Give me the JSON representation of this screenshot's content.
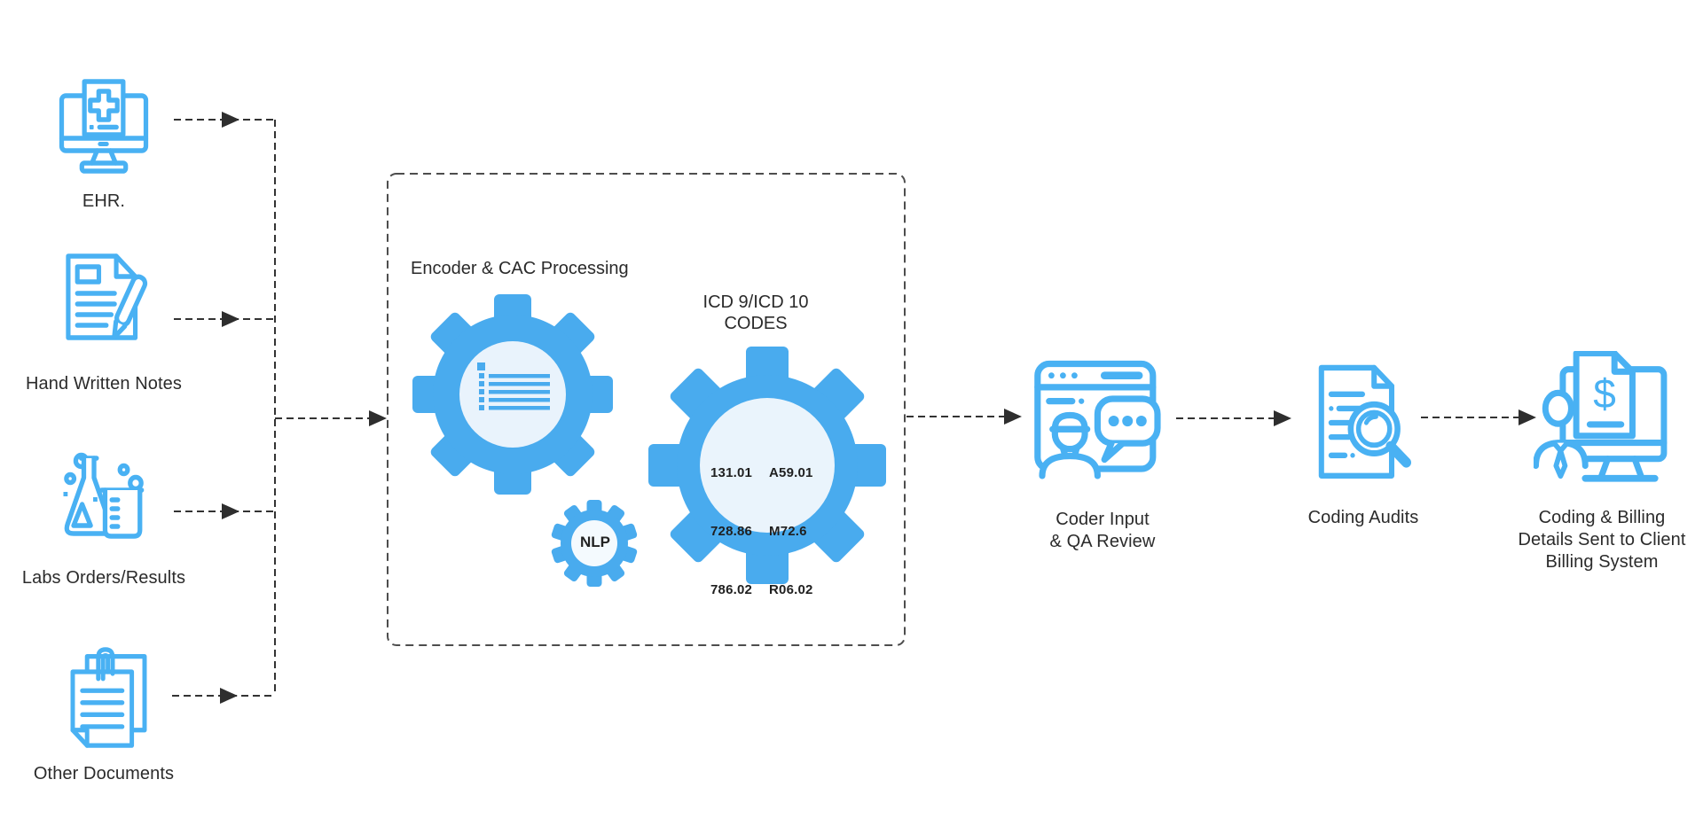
{
  "diagram": {
    "background": "#ffffff",
    "accent_blue": "#49b1f3",
    "gear_blue": "#49abee",
    "gear_center_fill": "#e9f3fc",
    "connector_color": "#333333",
    "box_border_color": "#4d4d4d",
    "label_color": "#2b2b2b"
  },
  "sources": [
    {
      "label": "EHR.",
      "icon": "ehr-monitor-medical-cross-icon"
    },
    {
      "label": "Hand Written Notes",
      "icon": "handwritten-note-pen-icon"
    },
    {
      "label": "Labs Orders/Results",
      "icon": "lab-flask-beaker-icon"
    },
    {
      "label": "Other Documents",
      "icon": "paperclip-documents-icon"
    }
  ],
  "processing_box": {
    "title": "Encoder & CAC Processing",
    "icd_heading_line1": "ICD 9/ICD 10",
    "icd_heading_line2": "CODES",
    "icd9_codes": [
      "131.01",
      "728.86",
      "786.02"
    ],
    "icd10_codes": [
      "A59.01",
      "M72.6",
      "R06.02"
    ],
    "nlp_label": "NLP"
  },
  "outputs": [
    {
      "label_line1": "Coder Input",
      "label_line2": "& QA Review",
      "icon": "coder-chat-window-icon"
    },
    {
      "label_line1": "Coding Audits",
      "icon": "document-magnifier-icon"
    },
    {
      "label_line1": "Coding & Billing",
      "label_line2": "Details Sent to Client",
      "label_line3": "Billing System",
      "icon": "billing-monitor-dollar-icon"
    }
  ],
  "glyphs": {
    "dollar": "$"
  }
}
